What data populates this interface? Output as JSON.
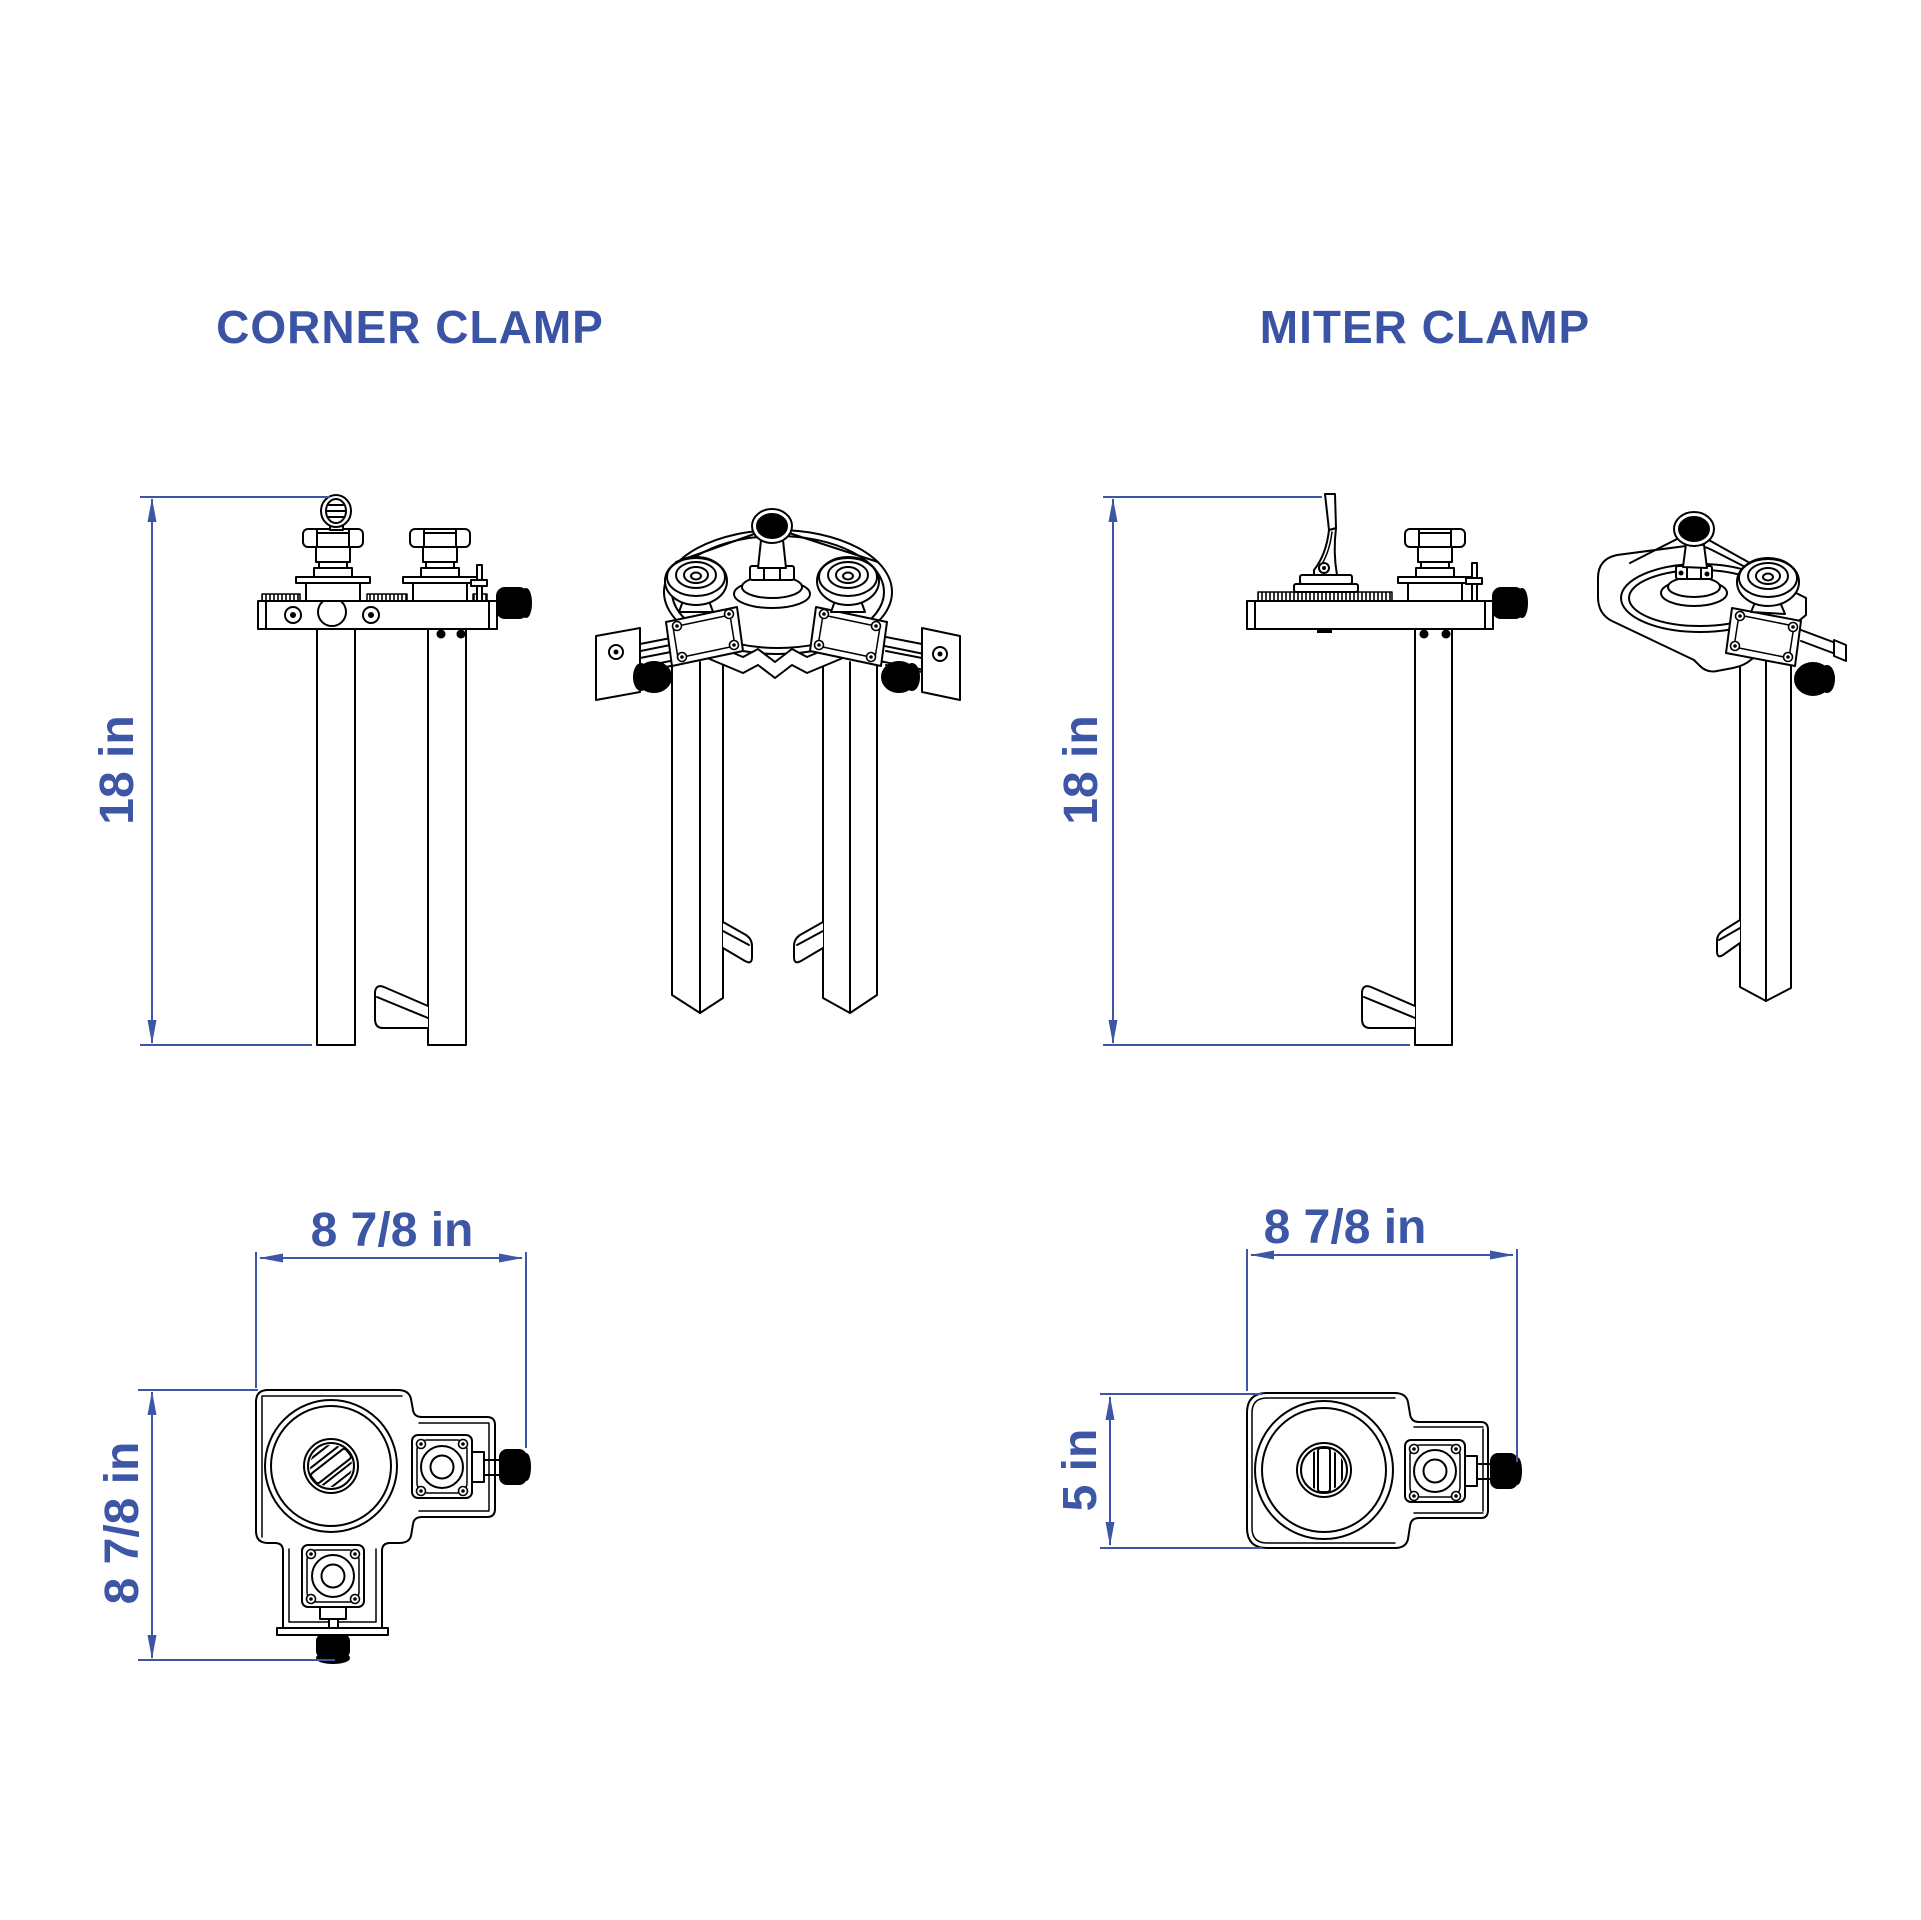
{
  "page": {
    "background_color": "#ffffff",
    "drawing_line_color": "#000000",
    "accent_color": "#3d56a6"
  },
  "corner_clamp": {
    "title": "CORNER CLAMP",
    "dimensions": {
      "height": "18 in",
      "width": "8 7/8 in",
      "depth": "8 7/8 in"
    }
  },
  "miter_clamp": {
    "title": "MITER CLAMP",
    "dimensions": {
      "height": "18 in",
      "width": "8 7/8 in",
      "depth": "5 in"
    }
  }
}
